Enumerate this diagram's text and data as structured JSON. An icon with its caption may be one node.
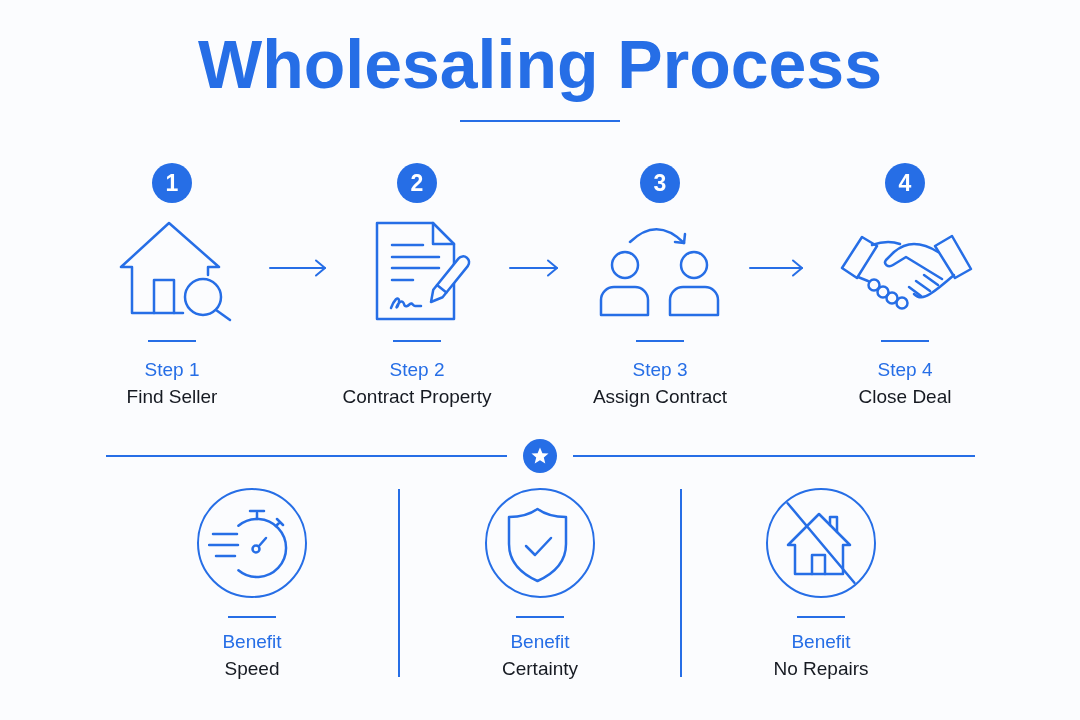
{
  "diagram": {
    "title": "Wholesaling Process",
    "nodes": [
      {
        "text": [
          "1"
        ]
      },
      {
        "text": [],
        "shape": "picture",
        "beside": [
          "Step 1",
          "Find Seller"
        ]
      },
      {
        "text": [
          "2"
        ]
      },
      {
        "text": [],
        "shape": "picture",
        "beside": [
          "Step 2",
          "Contract Property"
        ]
      },
      {
        "text": [
          "3"
        ]
      },
      {
        "text": [],
        "shape": "picture",
        "beside": [
          "Step 3",
          "Assign Contract"
        ]
      },
      {
        "text": [
          "4"
        ]
      },
      {
        "text": [],
        "shape": "picture",
        "beside": [
          "Step 4",
          "Close Deal"
        ]
      },
      {
        "text": [],
        "shape": "circle",
        "beside": [
          "Benefit",
          "Speed"
        ]
      },
      {
        "text": [],
        "shape": "circle",
        "beside": [
          "Benefit",
          "Certainty"
        ]
      },
      {
        "text": [],
        "shape": "circle",
        "beside": [
          "Benefit",
          "No Repairs"
        ]
      }
    ],
    "edges": [
      {
        "from": 1,
        "to": 3,
        "arrow": "to"
      },
      {
        "from": 3,
        "to": 5,
        "arrow": "to"
      },
      {
        "from": 5,
        "to": 7,
        "arrow": "to"
      }
    ]
  }
}
